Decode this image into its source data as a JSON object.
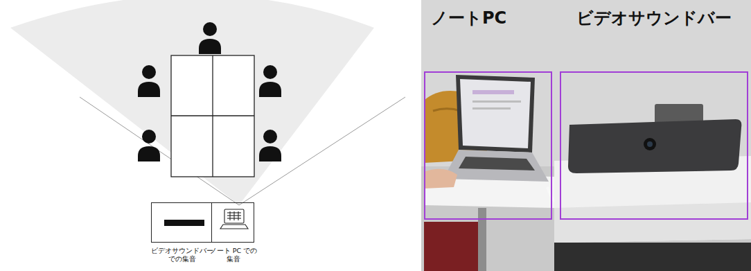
{
  "diagram": {
    "nodes": [
      {
        "text": [
          "ビデオサウンドバー での集音"
        ]
      },
      {
        "text": [
          "ノート PC での 集音"
        ]
      },
      {
        "text": [
          "ノートPC"
        ]
      },
      {
        "text": [
          "ビデオサウンドバー"
        ]
      }
    ]
  }
}
